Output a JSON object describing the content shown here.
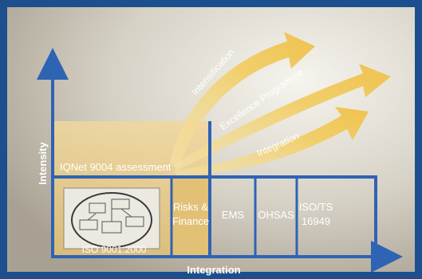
{
  "axes": {
    "y_label": "Intensity",
    "x_label": "Integration"
  },
  "assessment_label": "IQNet 9004 assessment",
  "base_label": "ISO 9001:2000",
  "boxes": [
    {
      "line1": "Risks &",
      "line2": "Finance"
    },
    {
      "line1": "EMS",
      "line2": ""
    },
    {
      "line1": "OHSAS",
      "line2": ""
    },
    {
      "line1": "ISO/TS",
      "line2": "16949"
    }
  ],
  "arrows": [
    {
      "label": "Intensification"
    },
    {
      "label": "Excellence Programme"
    },
    {
      "label": "Integration"
    }
  ],
  "colors": {
    "frame": "#1d4f8e",
    "structure": "#2f63b3",
    "gold": "#e8c77c",
    "arrow": "#f1c85a",
    "panel_light": "#f2f0ea",
    "panel_dark": "#a49d8e"
  }
}
